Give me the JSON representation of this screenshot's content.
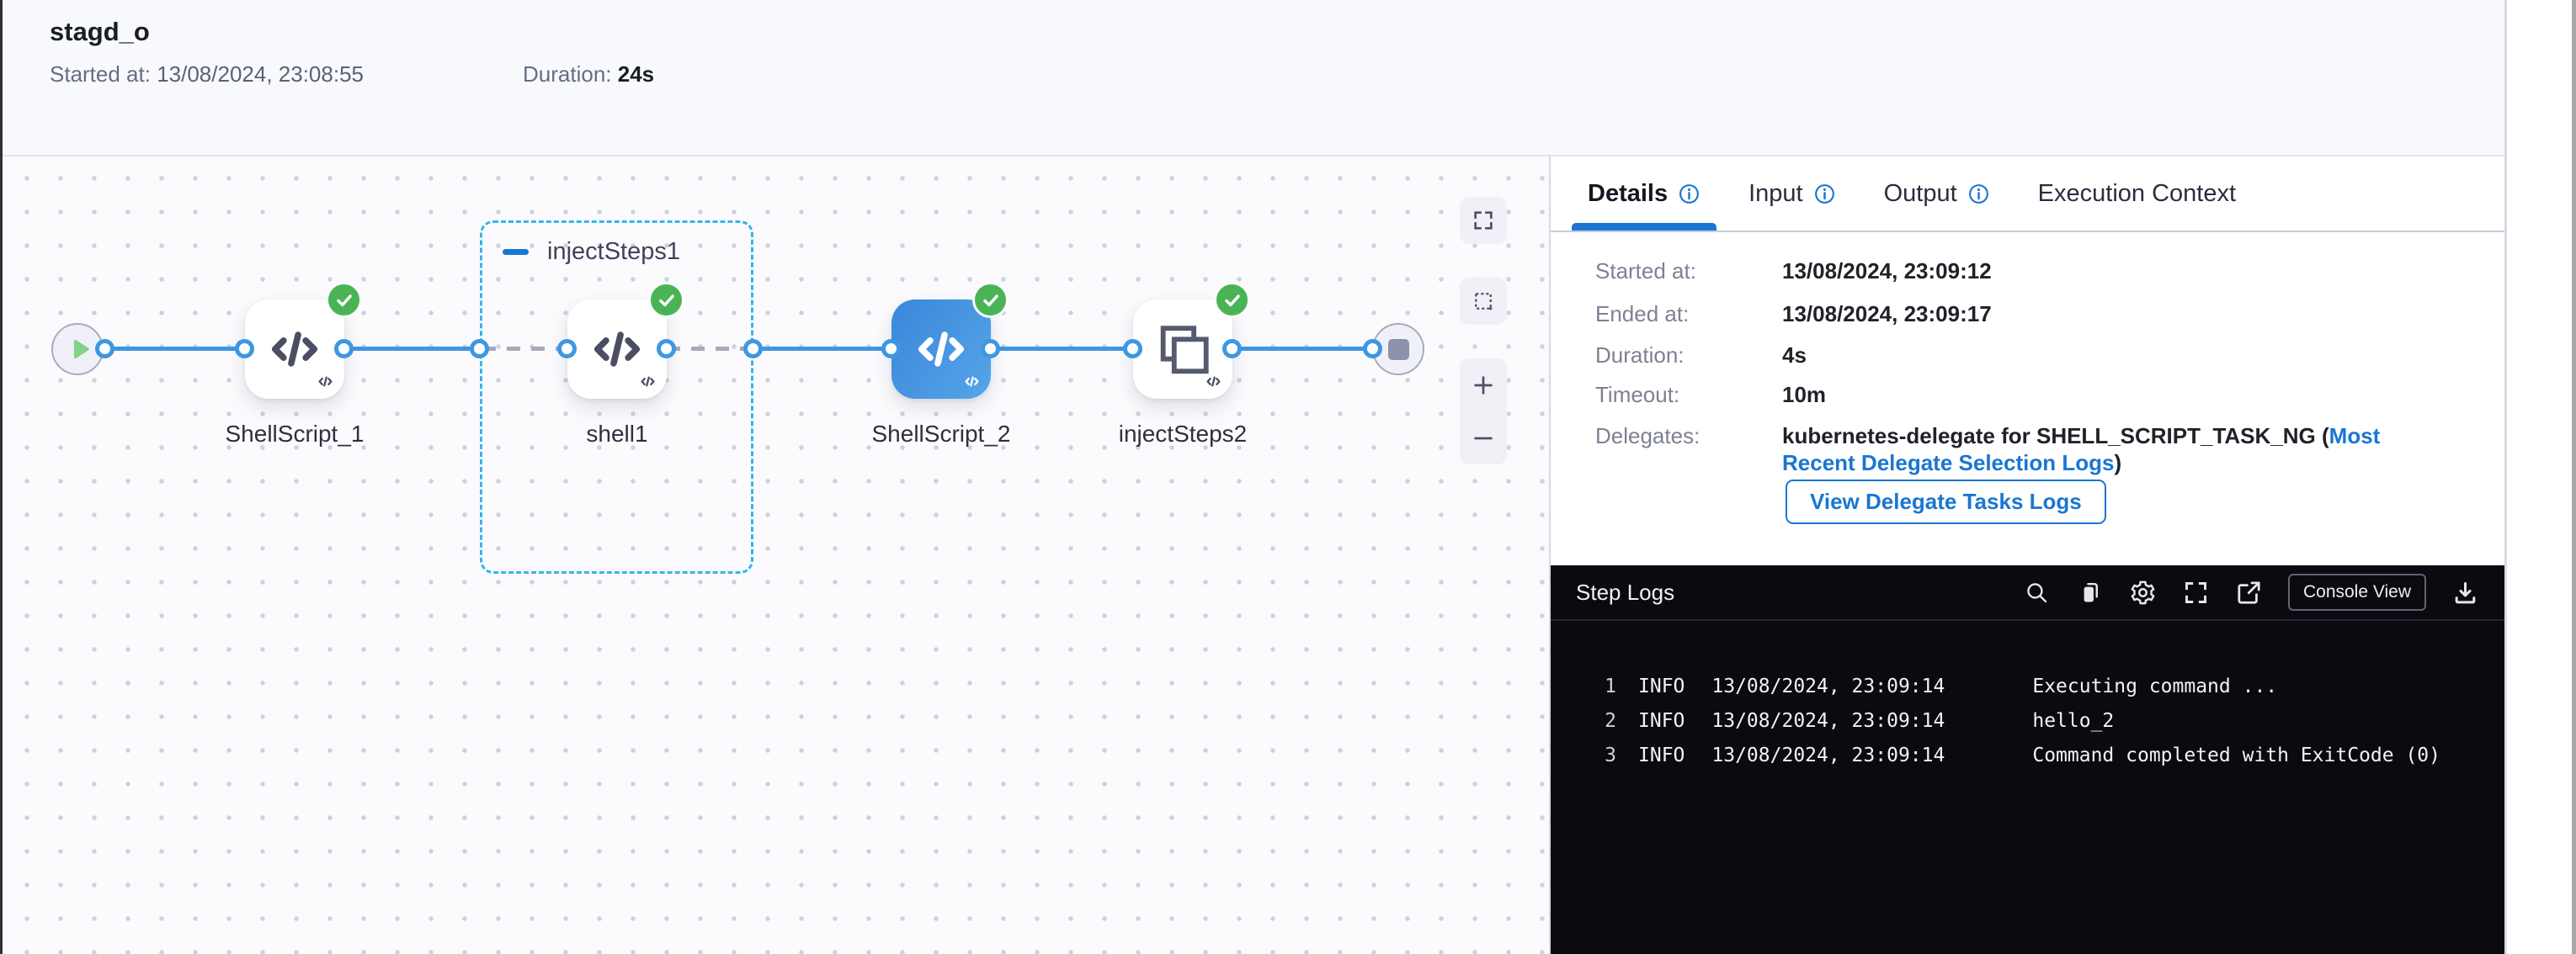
{
  "colors": {
    "accent_blue": "#1a76d2",
    "connector_blue": "#3d97e2",
    "success_green": "#4ab455",
    "group_border_blue": "#35b5ea",
    "console_bg": "#0a0a10",
    "header_bg": "#f8f9fd"
  },
  "header": {
    "title": "stagd_o",
    "started_label": "Started at:",
    "started_value": "13/08/2024, 23:08:55",
    "duration_label": "Duration:",
    "duration_value": "24s"
  },
  "canvas": {
    "group_label": "injectSteps1",
    "node_labels": {
      "step1": "ShellScript_1",
      "step2": "shell1",
      "step3": "ShellScript_2",
      "step4": "injectSteps2"
    },
    "control_icons": [
      "fullscreen",
      "marquee-select",
      "zoom-in",
      "zoom-out"
    ]
  },
  "panel": {
    "tabs": {
      "details": "Details",
      "input": "Input",
      "output": "Output",
      "execution_context": "Execution Context"
    },
    "fields": {
      "started_label": "Started at:",
      "started_value": "13/08/2024, 23:09:12",
      "ended_label": "Ended at:",
      "ended_value": "13/08/2024, 23:09:17",
      "duration_label": "Duration:",
      "duration_value": "4s",
      "timeout_label": "Timeout:",
      "timeout_value": "10m",
      "delegates_label": "Delegates:",
      "delegates_text": "kubernetes-delegate for SHELL_SCRIPT_TASK_NG (",
      "delegates_link": "Most Recent Delegate Selection Logs",
      "delegates_suffix": ")"
    },
    "delegate_button": "View Delegate Tasks Logs"
  },
  "console": {
    "title": "Step Logs",
    "console_view": "Console View",
    "header_icons": [
      "search",
      "copy",
      "settings",
      "fullscreen",
      "open-in-new",
      "download"
    ],
    "lines": [
      {
        "num": "1",
        "level": "INFO",
        "time": "13/08/2024, 23:09:14",
        "message": "Executing command ..."
      },
      {
        "num": "2",
        "level": "INFO",
        "time": "13/08/2024, 23:09:14",
        "message": "hello_2"
      },
      {
        "num": "3",
        "level": "INFO",
        "time": "13/08/2024, 23:09:14",
        "message": "Command completed with ExitCode (0)"
      }
    ]
  }
}
